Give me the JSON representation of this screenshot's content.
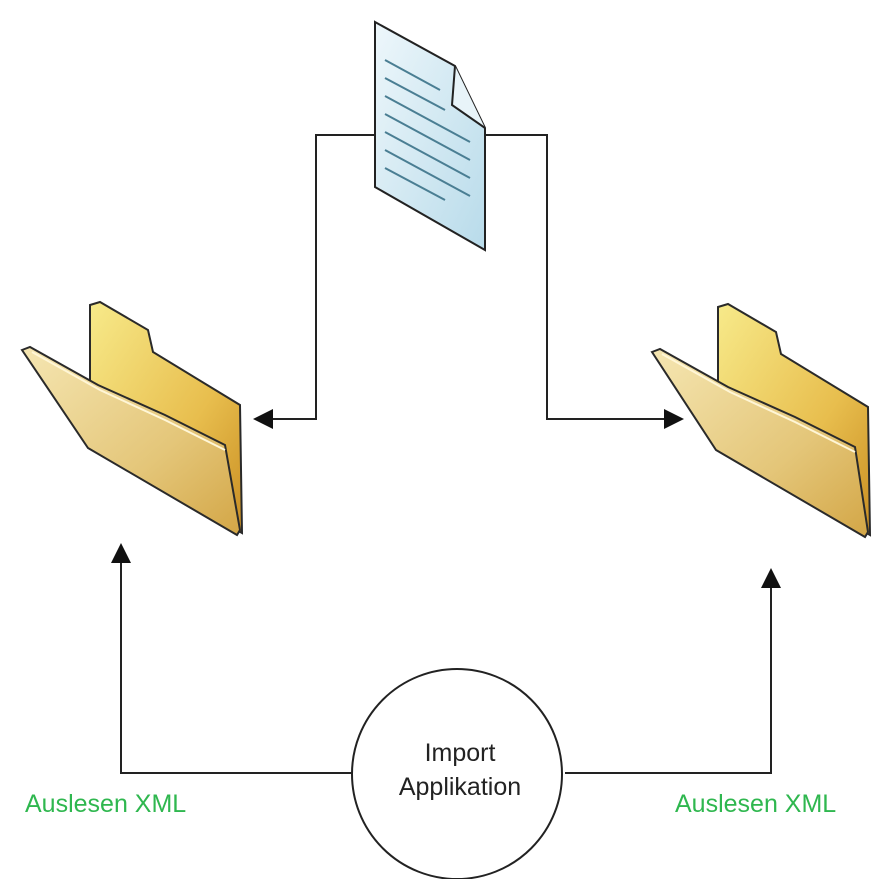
{
  "process": {
    "line1": "Import",
    "line2": "Applikation"
  },
  "labels": {
    "left": "Auslesen XML",
    "right": "Auslesen XML"
  },
  "icons": {
    "document": "xml-document-icon",
    "left_folder": "folder-open-icon",
    "right_folder": "folder-open-icon"
  },
  "colors": {
    "label_text": "#2fb74f",
    "line": "#222222",
    "document_fill": "#cfe8f3",
    "folder_front": "#e9cf83",
    "folder_back": "#e5b848"
  }
}
